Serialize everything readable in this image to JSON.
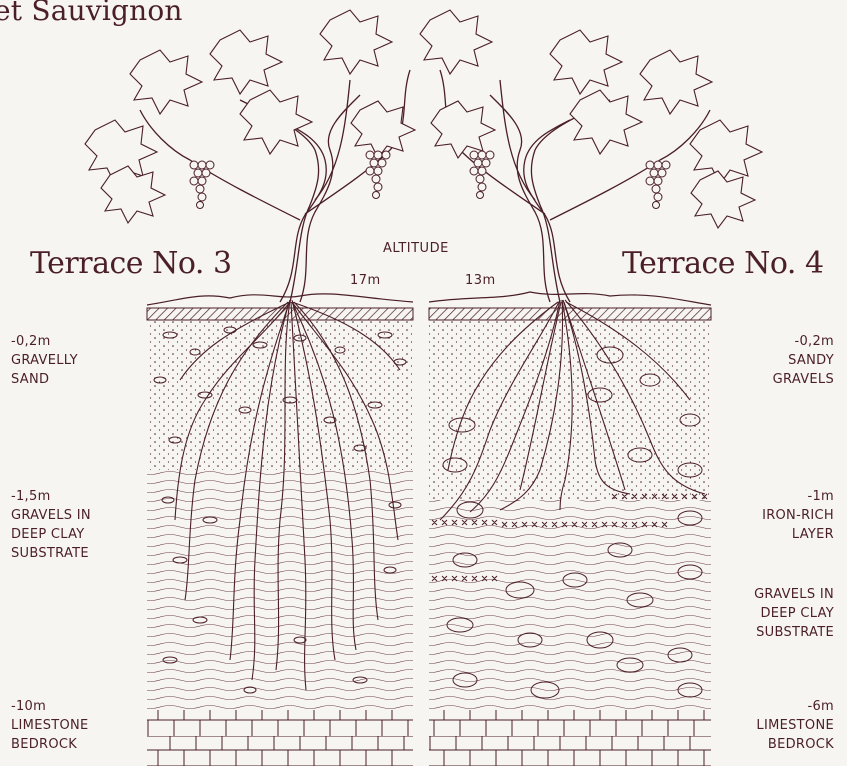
{
  "title": "et Sauvignon",
  "altitude": {
    "label": "ALTITUDE",
    "left": "17m",
    "right": "13m"
  },
  "terraces": [
    {
      "title": "Terrace No. 3",
      "layers": [
        {
          "depth": "-0,2m",
          "lines": [
            "GRAVELLY",
            "SAND"
          ]
        },
        {
          "depth": "-1,5m",
          "lines": [
            "GRAVELS IN",
            "DEEP CLAY",
            "SUBSTRATE"
          ]
        },
        {
          "depth": "-10m",
          "lines": [
            "LIMESTONE",
            "BEDROCK"
          ]
        }
      ]
    },
    {
      "title": "Terrace No. 4",
      "layers": [
        {
          "depth": "-0,2m",
          "lines": [
            "SANDY",
            "GRAVELS"
          ]
        },
        {
          "depth": "-1m",
          "lines": [
            "IRON-RICH",
            "LAYER"
          ]
        },
        {
          "depth": "",
          "lines": [
            "GRAVELS IN",
            "DEEP CLAY",
            "SUBSTRATE"
          ]
        },
        {
          "depth": "-6m",
          "lines": [
            "LIMESTONE",
            "BEDROCK"
          ]
        }
      ]
    }
  ],
  "colors": {
    "ink": "#4a1f26",
    "background": "#f7f5f1"
  }
}
